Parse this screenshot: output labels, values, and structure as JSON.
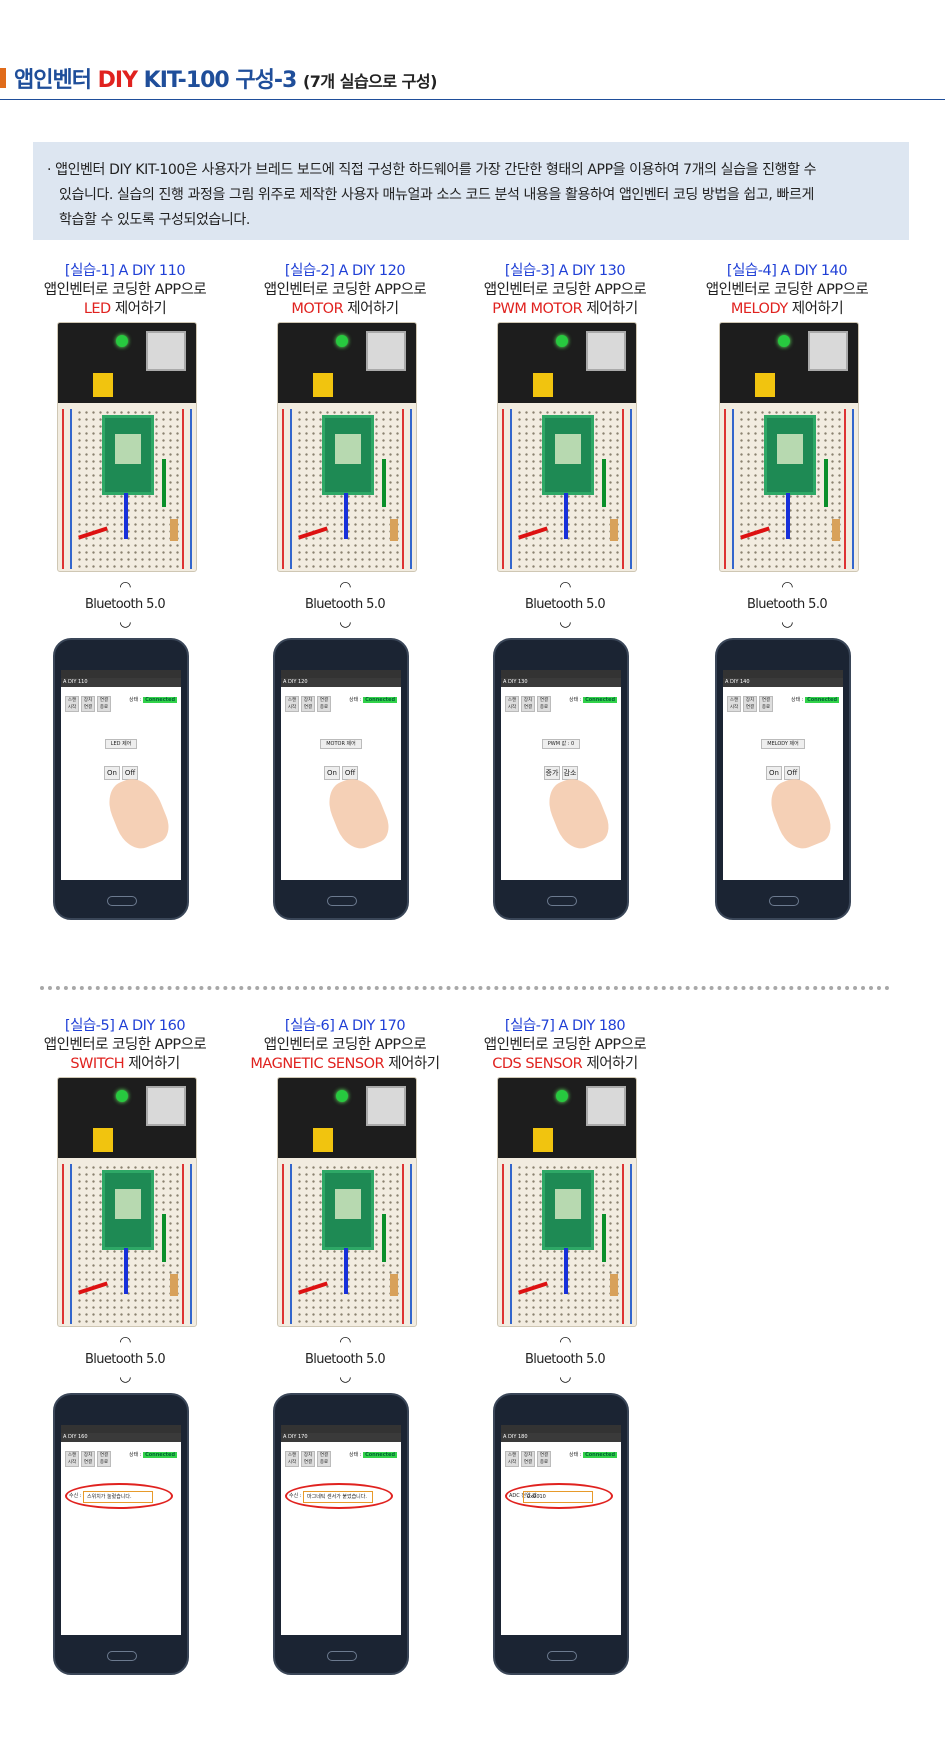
{
  "header": {
    "title_pre": "앱인벤터 ",
    "title_diy": "DIY",
    "title_post": " KIT-100 구성-3 ",
    "subtitle": "(7개 실습으로 구성)"
  },
  "intro": {
    "line1": "· 앱인벤터 DIY KIT-100은 사용자가 브레드 보드에 직접 구성한 하드웨어를 가장 간단한 형태의 APP을 이용하여 7개의 실습을 진행할 수",
    "line2": "있습니다.  실습의 진행 과정을 그림 위주로 제작한 사용자 매뉴얼과 소스 코드 분석 내용을 활용하여 앱인벤터 코딩 방법을 쉽고, 빠르게",
    "line3": "학습할 수 있도록 구성되었습니다."
  },
  "labs": [
    {
      "tag": "[실습-1]",
      "code": " A DIY 110",
      "line2": "앱인벤터로 코딩한 APP으로",
      "target": "LED",
      "suffix": " 제어하기",
      "bt": "Bluetooth 5.0",
      "app": "A DIY 110",
      "state_label": "상태 :",
      "state": "Connected",
      "ctrl": "LED 제어",
      "on": "On",
      "off": "Off"
    },
    {
      "tag": "[실습-2]",
      "code": " A DIY 120",
      "line2": "앱인벤터로 코딩한 APP으로",
      "target": "MOTOR",
      "suffix": " 제어하기",
      "bt": "Bluetooth 5.0",
      "app": "A DIY 120",
      "state_label": "상태 :",
      "state": "Connected",
      "ctrl": "MOTOR 제어",
      "on": "On",
      "off": "Off"
    },
    {
      "tag": "[실습-3]",
      "code": " A DIY 130",
      "line2": "앱인벤터로 코딩한 APP으로",
      "target": "PWM MOTOR",
      "suffix": " 제어하기",
      "bt": "Bluetooth 5.0",
      "app": "A DIY 130",
      "state_label": "상태 :",
      "state": "Connected",
      "ctrl": "PWM 값 : 0",
      "on": "증가",
      "off": "감소"
    },
    {
      "tag": "[실습-4]",
      "code": " A DIY 140",
      "line2": "앱인벤터로 코딩한 APP으로",
      "target": "MELODY",
      "suffix": " 제어하기",
      "bt": "Bluetooth 5.0",
      "app": "A DIY 140",
      "state_label": "상태 :",
      "state": "Connected",
      "ctrl": "MELODY 제어",
      "on": "On",
      "off": "Off"
    },
    {
      "tag": "[실습-5]",
      "code": " A DIY 160",
      "line2": "앱인벤터로 코딩한 APP으로",
      "target": "SWITCH",
      "suffix": " 제어하기",
      "bt": "Bluetooth 5.0",
      "app": "A DIY 160",
      "state_label": "상태 :",
      "state": "Connected",
      "recv_label": "수신 :",
      "recv": "스위치가 눌렸습니다."
    },
    {
      "tag": "[실습-6]",
      "code": " A DIY 170",
      "line2": "앱인벤터로 코딩한 APP으로",
      "target": "MAGNETIC SENSOR",
      "suffix": " 제어하기",
      "bt": "Bluetooth 5.0",
      "app": "A DIY 170",
      "state_label": "상태 :",
      "state": "Connected",
      "recv_label": "수신 :",
      "recv": "마그네틱 센서가 붙었습니다."
    },
    {
      "tag": "[실습-7]",
      "code": " A DIY 180",
      "line2": "앱인벤터로 코딩한 APP으로",
      "target": "CDS SENSOR",
      "suffix": " 제어하기",
      "bt": "Bluetooth 5.0",
      "app": "A DIY 180",
      "state_label": "상태 :",
      "state": "Connected",
      "recv_label": "ADC 전압 값 :",
      "recv": "0x0010"
    }
  ],
  "app_buttons": [
    "스캔 시작",
    "장치 연결",
    "연결 종료"
  ],
  "colors": {
    "accent_blue": "#1f4e9a",
    "tag_blue": "#1f3fd6",
    "highlight_red": "#e0221f",
    "intro_bg": "#dde6f1",
    "bar_orange": "#e06b1a"
  },
  "icons": {
    "bluetooth": "bluetooth-icon",
    "wifi": "wifi-icon"
  }
}
